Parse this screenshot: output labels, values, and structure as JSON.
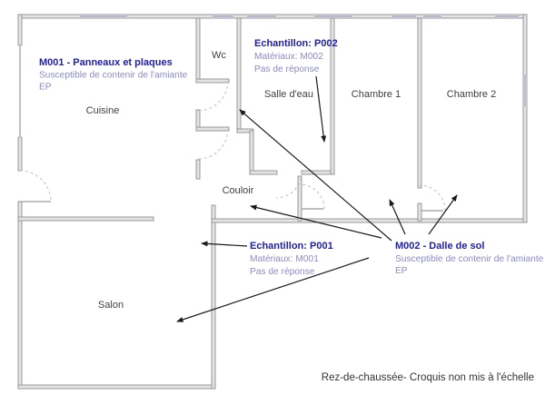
{
  "title": "Croquis rez-de-chaussée",
  "colors": {
    "annotation_bold": "#2121a6",
    "annotation_light": "#8a8ac8",
    "room_label": "#3f3f3f",
    "wall_fill": "#e3e3e3",
    "wall_stroke": "#8f8f8f",
    "window": "#9aa2c4",
    "arrow": "#1a1a1a",
    "footer": "#333333"
  },
  "rooms": {
    "cuisine": "Cuisine",
    "wc": "Wc",
    "salle_deau": "Salle d'eau",
    "chambre1": "Chambre 1",
    "chambre2": "Chambre 2",
    "couloir": "Couloir",
    "salon": "Salon"
  },
  "annotations": {
    "m001": {
      "title": "M001 - Panneaux et plaques",
      "line2": "Susceptible de contenir de l'amiante",
      "line3": "EP"
    },
    "p002": {
      "title": "Echantillon: P002",
      "line2": "Matériaux: M002",
      "line3": "Pas de réponse"
    },
    "p001": {
      "title": "Echantillon: P001",
      "line2": "Matériaux: M001",
      "line3": "Pas de réponse"
    },
    "m002": {
      "title": "M002 - Dalle de sol",
      "line2": "Susceptible de contenir de l'amiante",
      "line3": "EP"
    }
  },
  "footer": {
    "text": "Rez-de-chaussée- Croquis non mis à l'échelle"
  }
}
